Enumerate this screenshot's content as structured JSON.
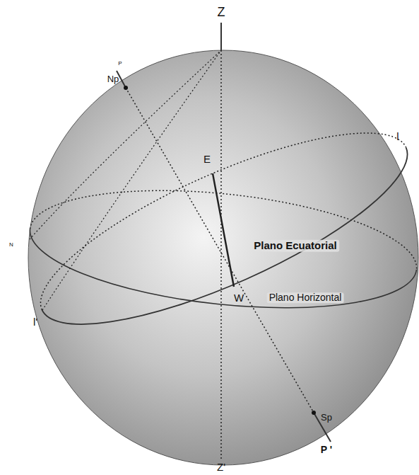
{
  "diagram": {
    "labels": [
      "Z",
      "P",
      "Np",
      "E",
      "l",
      "N",
      "Plano Ecuatorial",
      "Plano Horizontal",
      "l'",
      "W",
      "Sp",
      "P '",
      "Z'"
    ]
  }
}
